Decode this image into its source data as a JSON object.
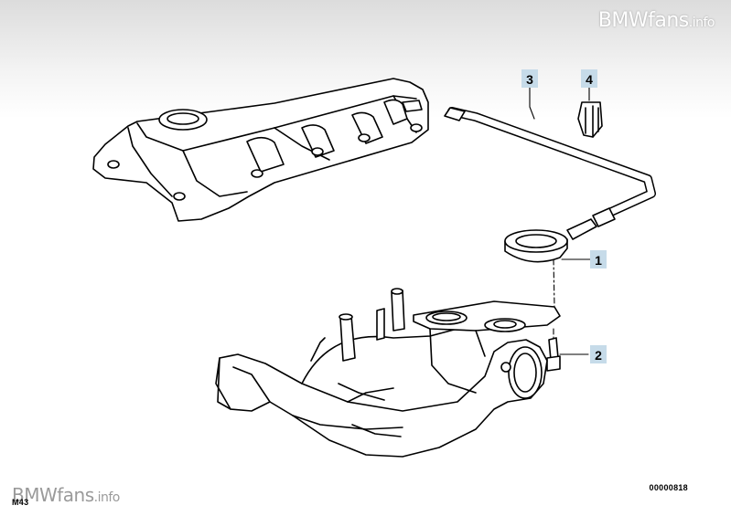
{
  "watermark": {
    "brand": "BMWfans",
    "suffix": ".info"
  },
  "model_code": "M43",
  "diagram_number": "00000818",
  "callouts": [
    {
      "id": "1",
      "label": "1"
    },
    {
      "id": "2",
      "label": "2"
    },
    {
      "id": "3",
      "label": "3"
    },
    {
      "id": "4",
      "label": "4"
    }
  ],
  "colors": {
    "callout_bg": "#c6dbe9",
    "line": "#000000",
    "part_fill": "#ffffff"
  }
}
